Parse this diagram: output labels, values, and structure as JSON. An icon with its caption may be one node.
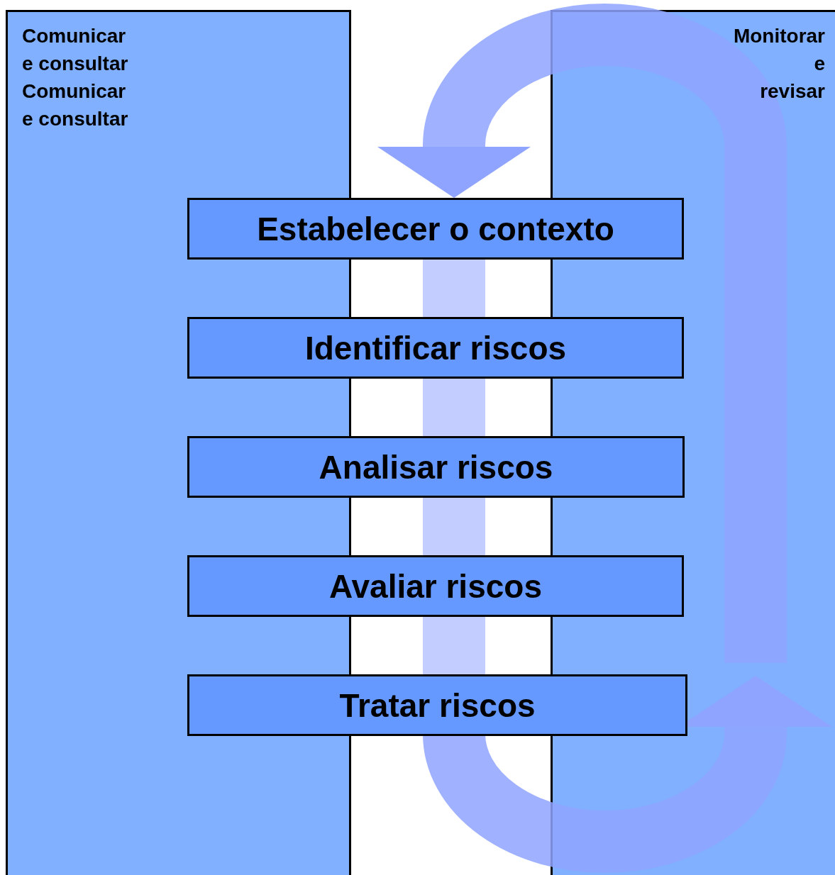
{
  "diagram": {
    "nodes": [
      {
        "text": [
          "Comunicar e consultar",
          "Comunicar e consultar"
        ]
      },
      {
        "text": [
          "Monitorar e revisar"
        ]
      },
      {
        "text": [
          "Estabelecer o contexto"
        ]
      },
      {
        "text": [
          "Identificar riscos"
        ]
      },
      {
        "text": [
          "Analisar riscos"
        ]
      },
      {
        "text": [
          "Avaliar riscos"
        ]
      },
      {
        "text": [
          "Tratar riscos"
        ]
      }
    ],
    "edges": [
      {
        "from": 2,
        "to": 3,
        "arrow": "none"
      },
      {
        "from": 3,
        "to": 4,
        "arrow": "none"
      },
      {
        "from": 4,
        "to": 5,
        "arrow": "none"
      },
      {
        "from": 5,
        "to": 6,
        "arrow": "none"
      },
      {
        "from": 6,
        "to": 1,
        "arrow": "to"
      },
      {
        "from": 1,
        "to": 2,
        "arrow": "to"
      }
    ]
  }
}
